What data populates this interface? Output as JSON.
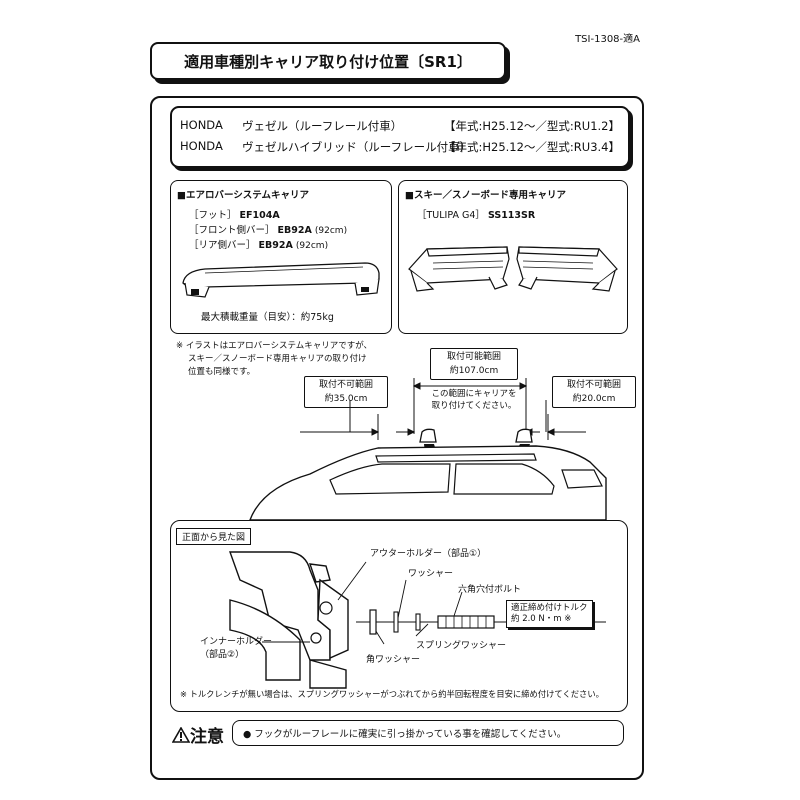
{
  "doc_code": "TSI-1308-適A",
  "title": "適用車種別キャリア取り付け位置〔SR1〕",
  "models": [
    {
      "maker": "HONDA",
      "model": "ヴェゼル（ルーフレール付車）",
      "year": "【年式:H25.12～／型式:RU1.2】"
    },
    {
      "maker": "HONDA",
      "model": "ヴェゼルハイブリッド（ルーフレール付車）",
      "year": "【年式:H25.12～／型式:RU3.4】"
    }
  ],
  "aero": {
    "heading": "■エアロバーシステムキャリア",
    "foot_label": "［フット］",
    "foot_part": "EF104A",
    "front_label": "［フロント側バー］",
    "front_part": "EB92A",
    "front_len": "(92cm)",
    "rear_label": "［リア側バー］",
    "rear_part": "EB92A",
    "rear_len": "(92cm)",
    "max_load": "最大積載重量（目安）：約75kg"
  },
  "ski": {
    "heading": "■スキー／スノーボード専用キャリア",
    "name_label": "［TULIPA G4］",
    "part": "SS113SR"
  },
  "illust_note": [
    "※ イラストはエアロバーシステムキャリアですが、",
    "スキー／スノーボード専用キャリアの取り付け",
    "位置も同様です。"
  ],
  "dims": {
    "possible_title": "取付可能範囲",
    "possible_value": "約107.0cm",
    "possible_note_1": "この範囲にキャリアを",
    "possible_note_2": "取り付けてください。",
    "front_ng_title": "取付不可範囲",
    "front_ng_value": "約35.0cm",
    "rear_ng_title": "取付不可範囲",
    "rear_ng_value": "約20.0cm"
  },
  "front_view": {
    "label": "正面から見た図",
    "outer_holder": "アウターホルダー（部品①）",
    "washer": "ワッシャー",
    "hex_bolt": "六角穴付ボルト",
    "torque_1": "適正締め付けトルク",
    "torque_2": "約 2.0 N・m ※",
    "inner_holder_1": "インナーホルダー",
    "inner_holder_2": "（部品②）",
    "spring_washer": "スプリングワッシャー",
    "square_washer": "角ワッシャー",
    "wrench_note": "※ トルクレンチが無い場合は、スプリングワッシャーがつぶれてから約半回転程度を目安に締め付けてください。"
  },
  "caution": {
    "heading": "注意",
    "text": "● フックがルーフレールに確実に引っ掛かっている事を確認してください。"
  }
}
